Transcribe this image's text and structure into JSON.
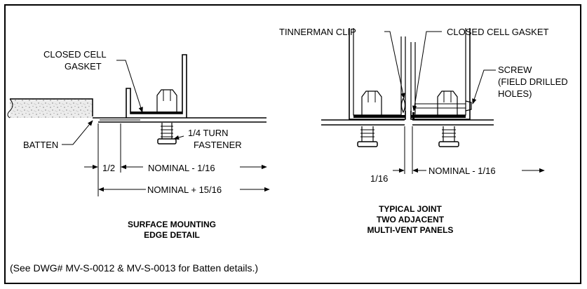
{
  "left_detail": {
    "label_gasket_line1": "CLOSED CELL",
    "label_gasket_line2": "GASKET",
    "label_batten": "BATTEN",
    "label_fastener_line1": "1/4 TURN",
    "label_fastener_line2": "FASTENER",
    "dim_half": "1/2",
    "dim_nominal_minus": "NOMINAL - 1/16",
    "dim_nominal_plus": "NOMINAL + 15/16",
    "title_line1": "SURFACE MOUNTING",
    "title_line2": "EDGE DETAIL"
  },
  "right_detail": {
    "label_clip": "TINNERMAN CLIP",
    "label_gasket": "CLOSED CELL GASKET",
    "label_screw_line1": "SCREW",
    "label_screw_line2": "(FIELD DRILLED",
    "label_screw_line3": "HOLES)",
    "dim_gap": "1/16",
    "dim_nominal_minus": "NOMINAL - 1/16",
    "title_line1": "TYPICAL JOINT",
    "title_line2": "TWO ADJACENT",
    "title_line3": "MULTI-VENT PANELS"
  },
  "footnote": "(See DWG# MV-S-0012 & MV-S-0013 for Batten details.)"
}
